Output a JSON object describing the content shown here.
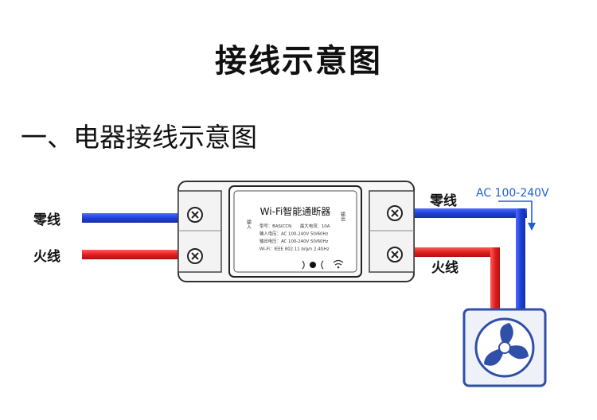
{
  "title": "接线示意图",
  "subtitle": "一、电器接线示意图",
  "labels": {
    "neutral_left": "零线",
    "live_left": "火线",
    "neutral_right": "零线",
    "live_right": "火线",
    "voltage": "AC 100-240V"
  },
  "device": {
    "name": "Wi-Fi智能通断器",
    "specs": [
      "型号：BASICCN　　最大电流：10A",
      "输入电压：AC 100-240V 50/60Hz",
      "输出电压：AC 100-240V 50/60Hz",
      "Wi-Fi：IEEE 802.11 b/g/n 2.4GHz"
    ],
    "input_side": "输入",
    "output_side": "输出"
  },
  "colors": {
    "neutral_wire": "#1f3fd6",
    "live_wire": "#e01f1f",
    "fan_blue": "#2f4fa8",
    "box_border": "#333333"
  },
  "icons": [
    "screw-icon",
    "fan-icon",
    "wifi-icon",
    "button-icon",
    "arrow-down-icon"
  ]
}
